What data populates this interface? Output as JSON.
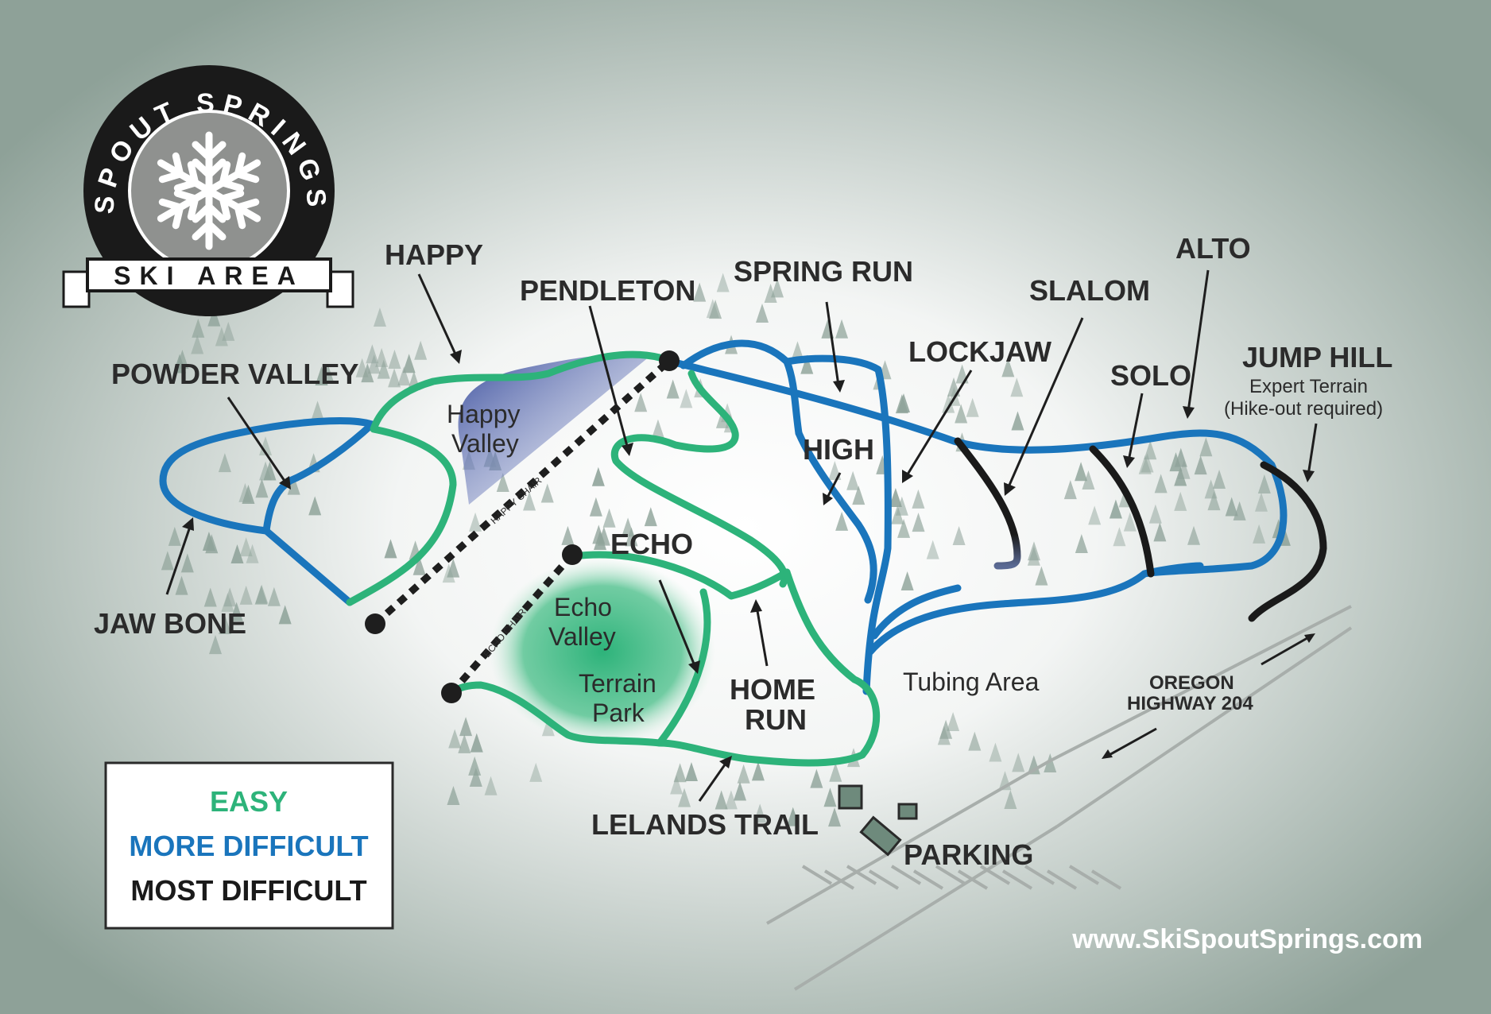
{
  "colors": {
    "easy": "#2db37a",
    "more_difficult": "#1a75bc",
    "most_difficult": "#1a1a1a",
    "background_center": "#ffffff",
    "background_edge": "#8ea198"
  },
  "logo": {
    "arc_text": "SPOUT SPRINGS",
    "banner_text": "SKI AREA",
    "icon": "snowflake-icon"
  },
  "trails": {
    "happy": "HAPPY",
    "pendleton": "PENDLETON",
    "spring_run": "SPRING RUN",
    "slalom": "SLALOM",
    "alto": "ALTO",
    "lockjaw": "LOCKJAW",
    "solo": "SOLO",
    "jump_hill": "JUMP HILL",
    "jump_hill_note_1": "Expert Terrain",
    "jump_hill_note_2": "(Hike-out required)",
    "powder_valley": "POWDER VALLEY",
    "high": "HIGH",
    "echo": "ECHO",
    "jaw_bone": "JAW BONE",
    "home_run_1": "HOME",
    "home_run_2": "RUN",
    "lelands_trail": "LELANDS TRAIL"
  },
  "areas": {
    "happy_valley_1": "Happy",
    "happy_valley_2": "Valley",
    "echo_valley_1": "Echo",
    "echo_valley_2": "Valley",
    "terrain_park_1": "Terrain",
    "terrain_park_2": "Park",
    "tubing_area": "Tubing Area",
    "parking": "PARKING"
  },
  "lifts": {
    "happy_chair": "HAPPY CHAIR",
    "echo_chair": "ECHO CHAIR"
  },
  "road": {
    "name_1": "OREGON",
    "name_2": "HIGHWAY 204"
  },
  "legend": {
    "easy": "EASY",
    "more_difficult": "MORE DIFFICULT",
    "most_difficult": "MOST DIFFICULT"
  },
  "website": "www.SkiSpoutSprings.com"
}
